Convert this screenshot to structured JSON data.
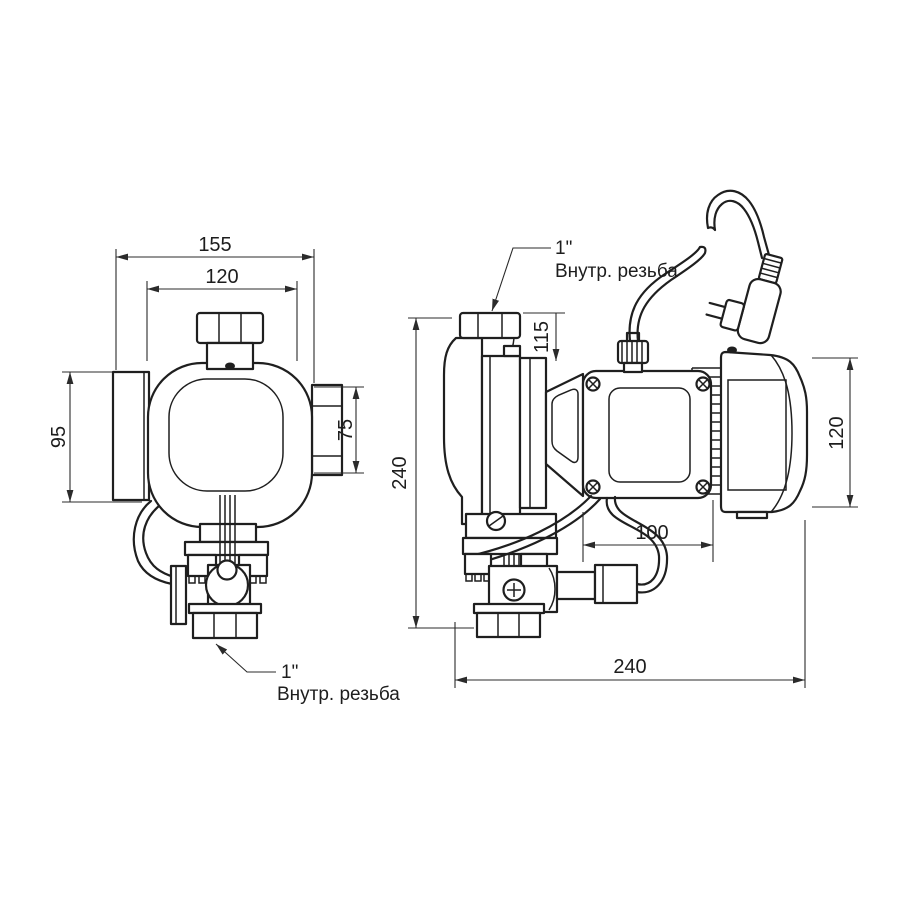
{
  "drawing": {
    "background_color": "#ffffff",
    "line_color": "#1f1f1f",
    "front_view": {
      "dims": {
        "overall_width": "155",
        "body_width": "120",
        "left_height": "95",
        "right_height": "75"
      },
      "connection_label": {
        "size": "1\"",
        "type": "Внутр. резьба"
      }
    },
    "side_view": {
      "dims": {
        "overall_height": "240",
        "inlet_offset": "115",
        "control_box_length": "100",
        "motor_height": "120",
        "overall_length": "240"
      },
      "connection_label": {
        "size": "1\"",
        "type": "Внутр. резьба"
      }
    }
  }
}
